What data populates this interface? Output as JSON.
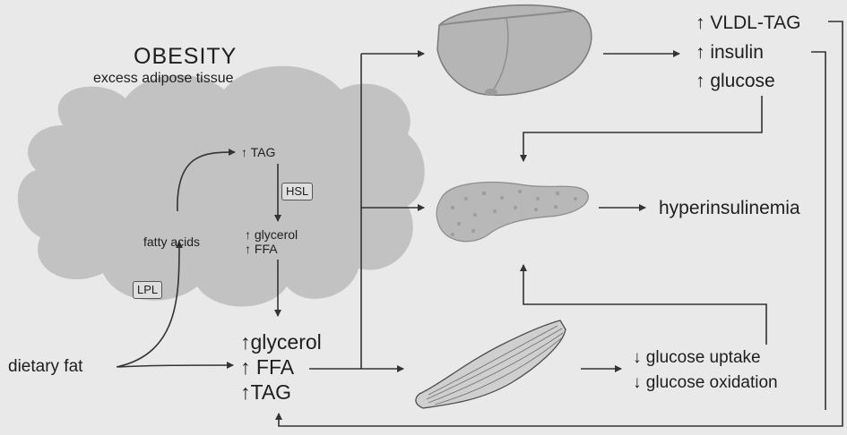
{
  "obesity": {
    "title": "OBESITY",
    "subtitle": "excess adipose tissue"
  },
  "adipose": {
    "tag": "↑ TAG",
    "hsl": "HSL",
    "glycerol": "↑ glycerol",
    "ffa": "↑ FFA",
    "fatty_acids": "fatty acids",
    "lpl": "LPL"
  },
  "inputs": {
    "dietary_fat": "dietary fat"
  },
  "plasma": {
    "glycerol": "↑glycerol",
    "ffa": "↑ FFA",
    "tag": "↑TAG"
  },
  "liver_outputs": {
    "vldl_tag": "↑ VLDL-TAG",
    "insulin": "↑ insulin",
    "glucose": "↑ glucose"
  },
  "pancreas_output": {
    "label": "hyperinsulinemia"
  },
  "muscle_outputs": {
    "uptake": "↓ glucose uptake",
    "oxidation": "↓ glucose oxidation"
  },
  "colors": {
    "background": "#e9e9e9",
    "cloud": "#c2c2c2",
    "line": "#333333",
    "liver": "#b5b5b5",
    "pancreas": "#b8b8b8",
    "muscle": "#cfcfcf"
  }
}
